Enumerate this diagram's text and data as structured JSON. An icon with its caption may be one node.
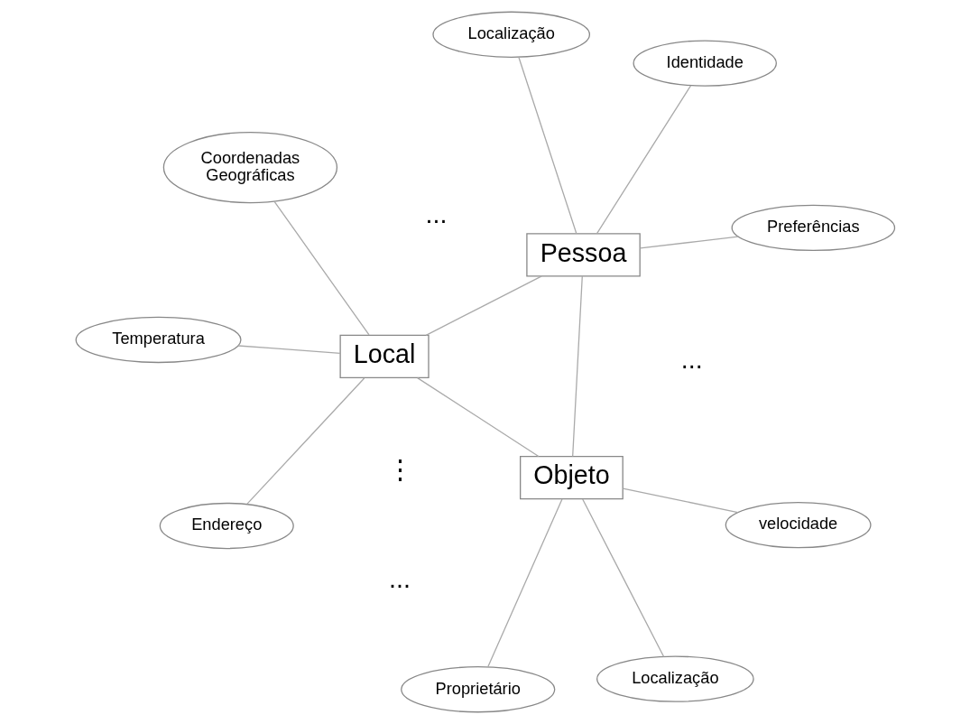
{
  "diagram": {
    "nodes": [
      {
        "text": [
          "Pessoa"
        ]
      },
      {
        "text": [
          "Local"
        ]
      },
      {
        "text": [
          "Objeto"
        ]
      },
      {
        "text": [
          "Localização"
        ]
      },
      {
        "text": [
          "Preferências"
        ]
      },
      {
        "text": [
          "Identidade"
        ]
      },
      {
        "text": [
          "Endereço"
        ]
      },
      {
        "text": [
          "Coordenadas Geográficas"
        ]
      },
      {
        "text": [
          "Temperatura"
        ]
      },
      {
        "text": [
          "Localização"
        ]
      },
      {
        "text": [
          "velocidade"
        ]
      },
      {
        "text": [
          "Proprietário"
        ]
      }
    ],
    "edges": [
      {
        "from": 0,
        "to": 1,
        "arrow": "none"
      },
      {
        "from": 0,
        "to": 2,
        "arrow": "none"
      },
      {
        "from": 1,
        "to": 2,
        "arrow": "none"
      },
      {
        "from": 3,
        "to": 0,
        "arrow": "none"
      },
      {
        "from": 4,
        "to": 0,
        "arrow": "none"
      },
      {
        "from": 5,
        "to": 0,
        "arrow": "none"
      },
      {
        "from": 6,
        "to": 1,
        "arrow": "none"
      },
      {
        "from": 7,
        "to": 1,
        "arrow": "none"
      },
      {
        "from": 8,
        "to": 1,
        "arrow": "none"
      },
      {
        "from": 2,
        "to": 9,
        "arrow": "none"
      },
      {
        "from": 2,
        "to": 10,
        "arrow": "none"
      },
      {
        "from": 2,
        "to": 11,
        "arrow": "none"
      }
    ],
    "labels": [
      "...",
      "⋮",
      "...",
      "..."
    ]
  }
}
